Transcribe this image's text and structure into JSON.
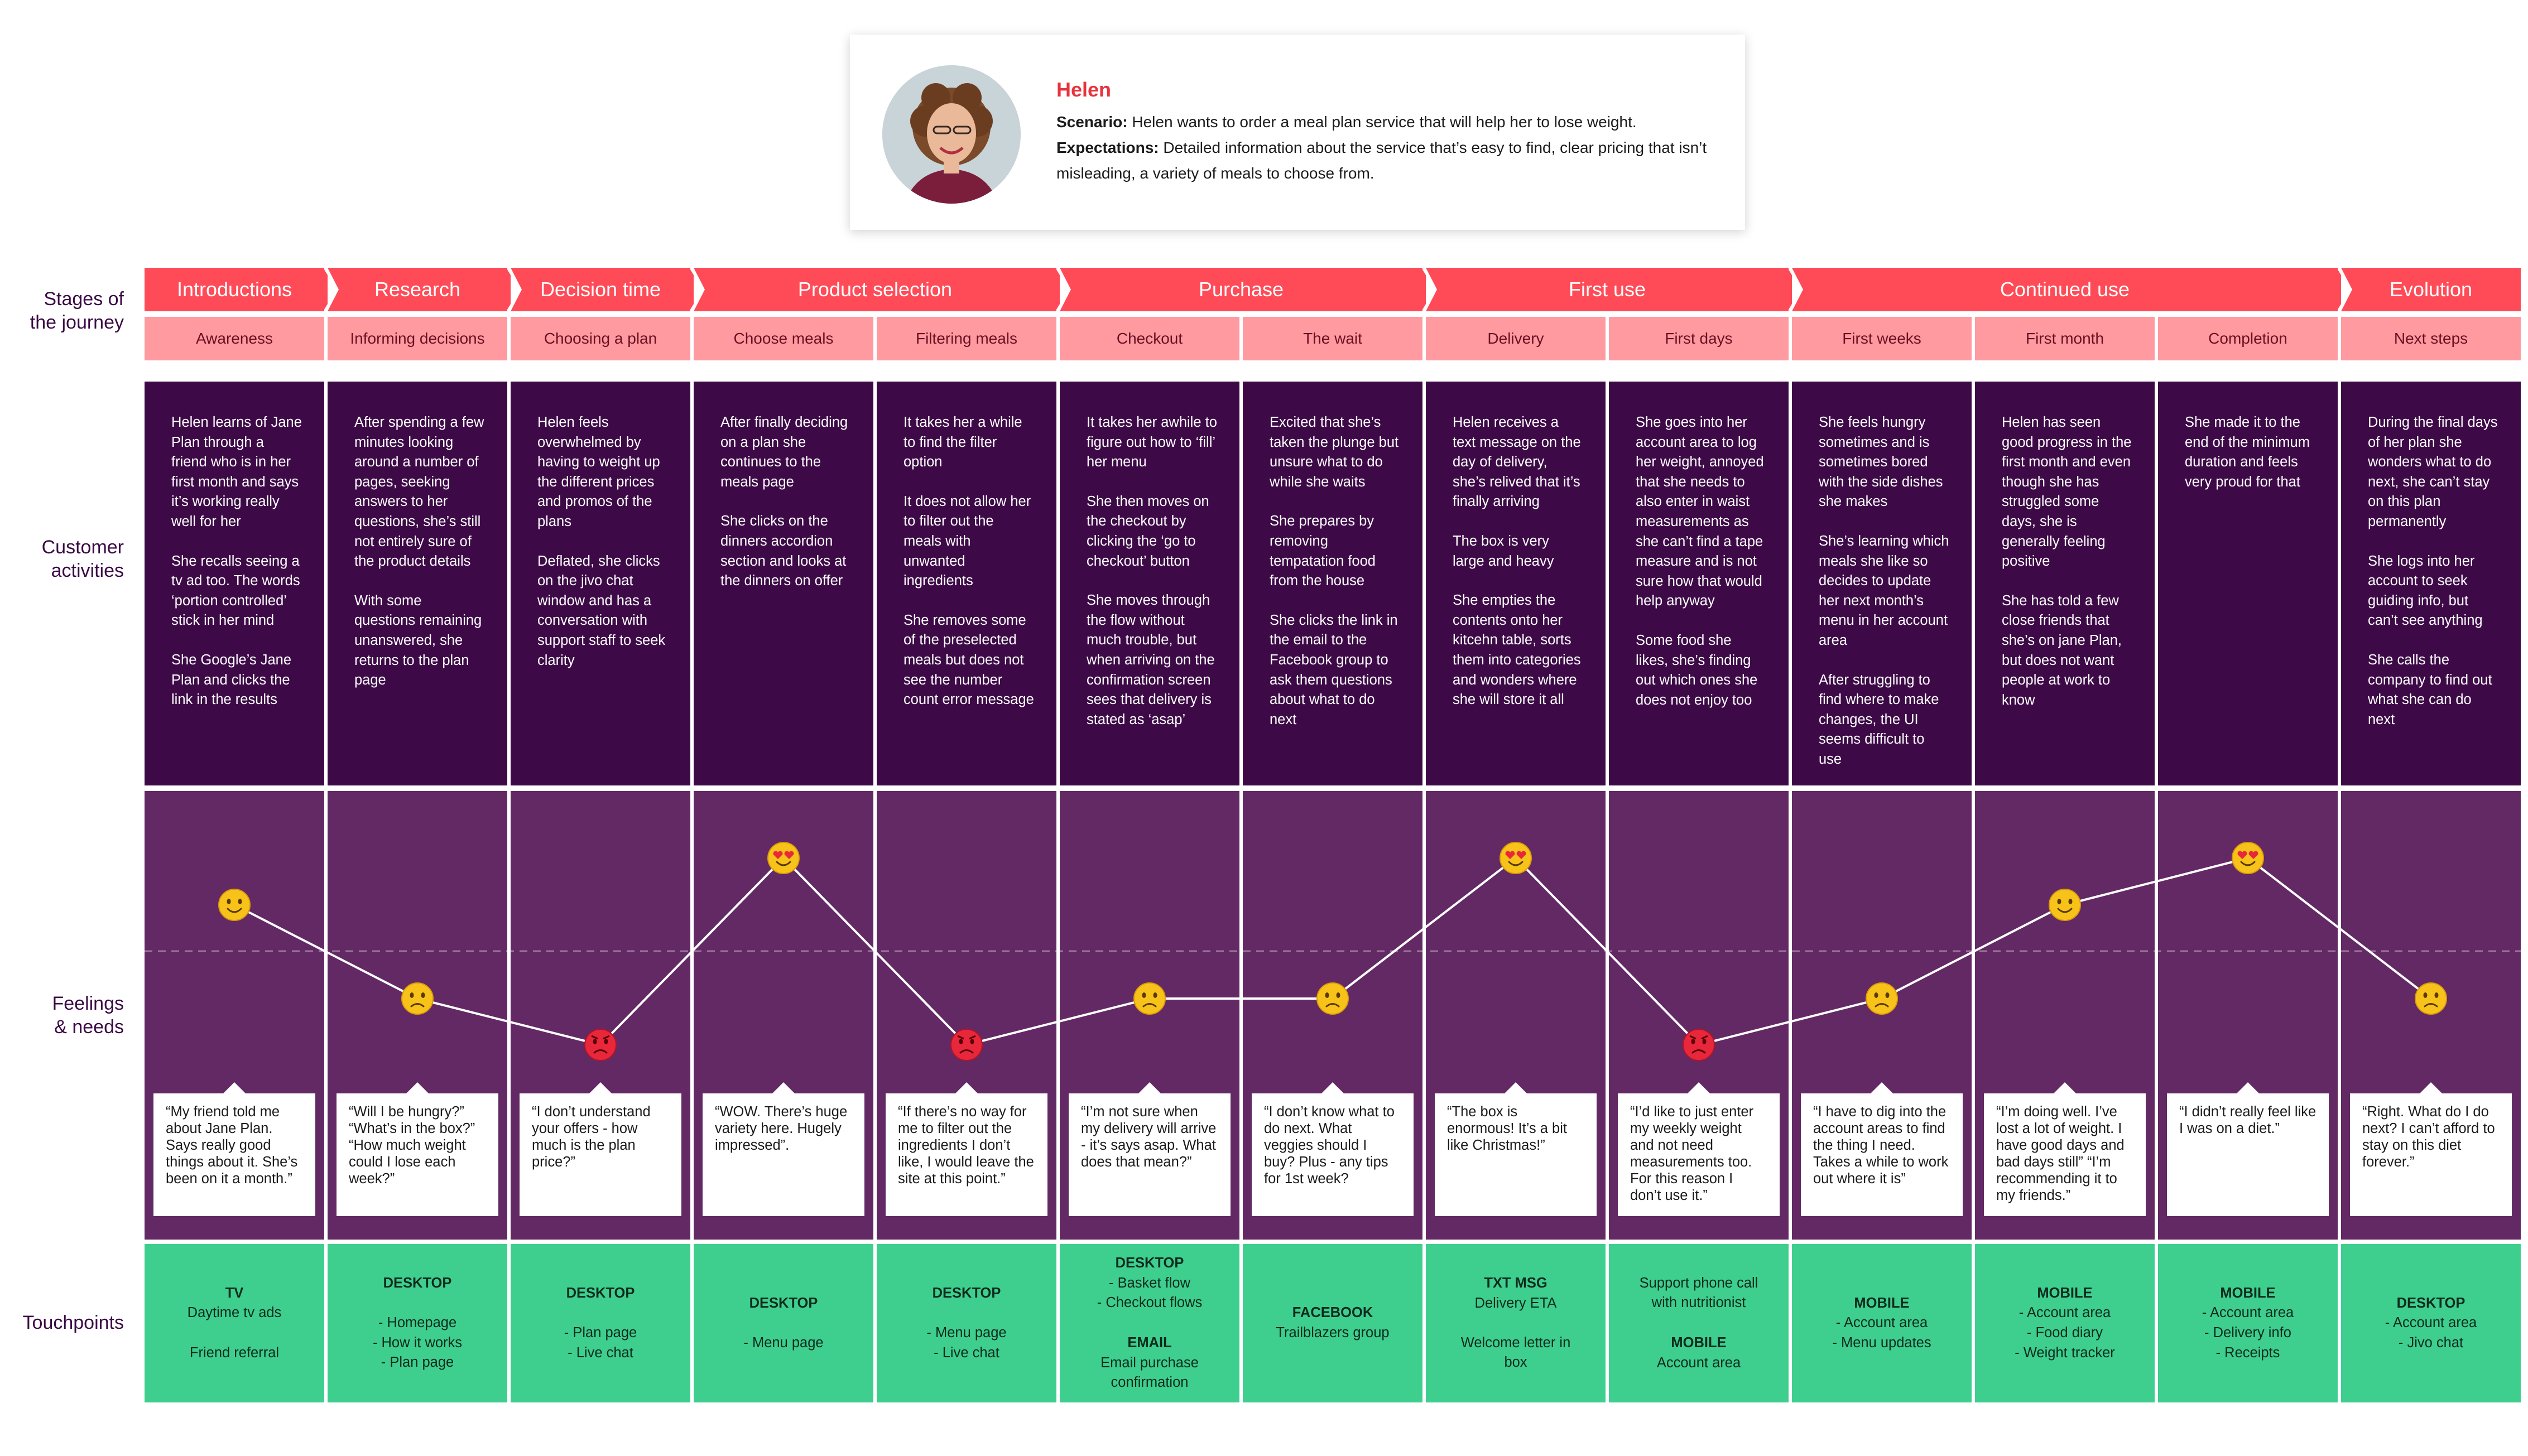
{
  "persona": {
    "name": "Helen",
    "scenario_label": "Scenario:",
    "scenario": "Helen wants to order a meal plan service that will help her to lose weight.",
    "expectations_label": "Expectations:",
    "expectations": "Detailed information about the service that’s easy to find, clear pricing that isn’t misleading, a variety of meals to choose from."
  },
  "row_labels": {
    "stages": [
      "Stages of",
      "the journey"
    ],
    "activities": [
      "Customer",
      "activities"
    ],
    "feelings": [
      "Feelings",
      "& needs"
    ],
    "touchpoints": "Touchpoints"
  },
  "colors": {
    "stage": "#ff4b57",
    "substage": "#ff9aa0",
    "activity": "#3d0a47",
    "feelings": "#632965",
    "touchpoint": "#3ecf8e"
  },
  "stages": [
    {
      "label": "Introductions",
      "span": 1
    },
    {
      "label": "Research",
      "span": 1
    },
    {
      "label": "Decision time",
      "span": 1
    },
    {
      "label": "Product selection",
      "span": 2
    },
    {
      "label": "Purchase",
      "span": 2
    },
    {
      "label": "First use",
      "span": 2
    },
    {
      "label": "Continued use",
      "span": 3
    },
    {
      "label": "Evolution",
      "span": 1
    }
  ],
  "columns": [
    {
      "substage": "Awareness",
      "activity": [
        "Helen learns of Jane Plan through a friend who is in her first month and says it’s working really well for her",
        "She recalls seeing a tv ad too. The words ‘portion controlled’ stick in her mind",
        "She Google’s Jane Plan and clicks the link in the results"
      ],
      "emotion": "happy",
      "feeling_level": 3,
      "quote": "“My friend told me about Jane Plan. Says really good things about it. She’s been on it a month.”",
      "touchpoint": [
        {
          "head": "TV",
          "lines": [
            "Daytime tv ads",
            "",
            "Friend referral"
          ]
        }
      ]
    },
    {
      "substage": "Informing decisions",
      "activity": [
        "After spending a few minutes looking around a number of pages, seeking answers to her questions, she’s still not entirely sure of the product details",
        "With some questions remaining unanswered, she returns to the plan page"
      ],
      "emotion": "worried",
      "feeling_level": 2,
      "quote": "“Will I be hungry?” “What’s in the box?” “How much weight could I lose each week?”",
      "touchpoint": [
        {
          "head": "DESKTOP",
          "lines": [
            "",
            "- Homepage",
            "- How it works",
            "- Plan page"
          ]
        }
      ]
    },
    {
      "substage": "Choosing a plan",
      "activity": [
        "Helen feels overwhelmed by having to weight up the different prices and promos of the plans",
        "Deflated, she clicks on the jivo chat window and has a conversation with support staff to seek clarity"
      ],
      "emotion": "angry",
      "feeling_level": 1.5,
      "quote": "“I don’t understand your offers - how much is the plan price?”",
      "touchpoint": [
        {
          "head": "DESKTOP",
          "lines": [
            "",
            "- Plan page",
            "- Live chat"
          ]
        }
      ]
    },
    {
      "substage": "Choose meals",
      "activity": [
        "After finally deciding on a plan she continues to the meals page",
        "She clicks on the dinners accordion section and looks at the dinners on offer"
      ],
      "emotion": "love",
      "feeling_level": 4,
      "quote": "“WOW. There’s huge variety here. Hugely impressed”.",
      "touchpoint": [
        {
          "head": "DESKTOP",
          "lines": [
            "",
            "- Menu page"
          ]
        }
      ]
    },
    {
      "substage": "Filtering meals",
      "activity": [
        "It takes her a while to find the filter option",
        "It does not allow her to filter out the meals with unwanted ingredients",
        "She removes some of the preselected meals but does not see the number count error message"
      ],
      "emotion": "angry",
      "feeling_level": 1.5,
      "quote": "“If there’s no way for me to filter out the ingredients I don’t like, I would leave the site at this point.”",
      "touchpoint": [
        {
          "head": "DESKTOP",
          "lines": [
            "",
            "- Menu page",
            "- Live chat"
          ]
        }
      ]
    },
    {
      "substage": "Checkout",
      "activity": [
        "It takes her awhile to figure out how to ‘fill’ her menu",
        "She then moves on the checkout by clicking the ‘go to checkout’ button",
        "She moves through the flow without much trouble, but when arriving on the confirmation screen sees that delivery is stated as ‘asap’"
      ],
      "emotion": "worried",
      "feeling_level": 2,
      "quote": "“I’m not sure when my delivery will arrive - it’s says asap. What does that mean?”",
      "touchpoint": [
        {
          "head": "DESKTOP",
          "lines": [
            "- Basket flow",
            "- Checkout flows"
          ]
        },
        {
          "head": "EMAIL",
          "lines": [
            "Email purchase",
            "confirmation"
          ]
        }
      ]
    },
    {
      "substage": "The wait",
      "activity": [
        "Excited that she’s taken the plunge but unsure what to do while she waits",
        "She prepares by removing tempatation food from the house",
        "She clicks the link in the email to the Facebook group to ask them questions about what to do next"
      ],
      "emotion": "worried",
      "feeling_level": 2,
      "quote": "“I don’t know what to do next. What veggies should I buy? Plus - any tips for 1st week?",
      "touchpoint": [
        {
          "head": "FACEBOOK",
          "lines": [
            "Trailblazers group"
          ]
        }
      ]
    },
    {
      "substage": "Delivery",
      "activity": [
        "Helen receives a text message on the day of delivery, she’s relived that it’s finally arriving",
        "The box is very large and heavy",
        "She empties the contents onto her kitcehn table, sorts them into categories and wonders where she will store it all"
      ],
      "emotion": "love",
      "feeling_level": 4,
      "quote": "“The box is enormous! It’s a bit like Christmas!”",
      "touchpoint": [
        {
          "head": "TXT MSG",
          "lines": [
            "Delivery ETA",
            "",
            "Welcome letter in",
            "box"
          ]
        }
      ]
    },
    {
      "substage": "First days",
      "activity": [
        "She goes into her account area to log her weight, annoyed that she needs to also enter in waist measurements as she can’t find a tape measure and is not sure how that would help anyway",
        "Some food she likes, she’s finding out which ones she does not enjoy too"
      ],
      "emotion": "angry",
      "feeling_level": 1.5,
      "quote": "“I’d like to just enter my weekly weight and not need measurements too. For this reason I don’t use it.”",
      "touchpoint": [
        {
          "head": "",
          "lines": [
            "Support phone call",
            "with nutritionist"
          ]
        },
        {
          "head": "MOBILE",
          "lines": [
            "Account area"
          ]
        }
      ]
    },
    {
      "substage": "First  weeks",
      "activity": [
        "She feels hungry sometimes and is sometimes bored with the side dishes she  makes",
        "She’s learning which meals she like so decides to update her next month’s menu in her account area",
        "After struggling to find where to make changes, the UI seems difficult to use"
      ],
      "emotion": "worried",
      "feeling_level": 2,
      "quote": "“I have to dig into the account areas to find the thing I need. Takes a while to work out where it is”",
      "touchpoint": [
        {
          "head": "MOBILE",
          "lines": [
            "- Account area",
            "- Menu updates"
          ]
        }
      ]
    },
    {
      "substage": "First month",
      "activity": [
        "Helen has seen good progress in the first month and even though she has struggled some days, she is generally feeling positive",
        "She has told a few close friends that she’s on jane Plan, but  does not want people at work to know"
      ],
      "emotion": "happy",
      "feeling_level": 3,
      "quote": "“I’m doing well. I’ve lost a lot of weight. I have good days and bad days still” “I’m recommending it to my friends.”",
      "touchpoint": [
        {
          "head": "MOBILE",
          "lines": [
            "- Account area",
            "- Food diary",
            "- Weight tracker"
          ]
        }
      ]
    },
    {
      "substage": "Completion",
      "activity": [
        "She made it to the end of the minimum duration and feels very proud for that"
      ],
      "emotion": "love",
      "feeling_level": 4,
      "quote": "“I didn’t really feel like I was on a diet.”",
      "touchpoint": [
        {
          "head": "MOBILE",
          "lines": [
            "- Account area",
            "- Delivery info",
            "- Receipts"
          ]
        }
      ]
    },
    {
      "substage": "Next steps",
      "activity": [
        "During the final days of her plan she wonders what to do next, she can’t stay on this plan permanently",
        "She logs into her account to seek guiding info, but can’t see anything",
        "She calls the company to find out what she can do next"
      ],
      "emotion": "worried",
      "feeling_level": 2,
      "quote": "“Right. What do I do next? I can’t afford to stay on this diet forever.”",
      "touchpoint": [
        {
          "head": "DESKTOP",
          "lines": [
            "- Account area",
            "- Jivo chat"
          ]
        }
      ]
    }
  ]
}
